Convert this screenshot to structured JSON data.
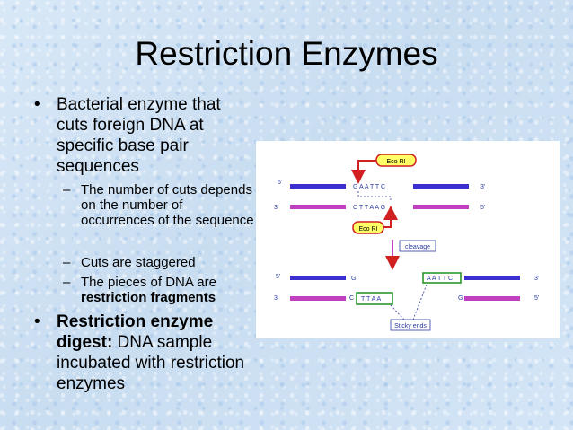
{
  "slide": {
    "title": "Restriction Enzymes",
    "bullets": [
      {
        "text": "Bacterial enzyme that cuts foreign DNA at specific base pair sequences",
        "subbullets": [
          {
            "text": "The number of cuts depends on the number of occurrences of the sequence"
          },
          {
            "text": "Cuts are staggered"
          },
          {
            "prefix": "The pieces of DNA are ",
            "strong": "restriction fragments"
          }
        ]
      },
      {
        "strong": "Restriction enzyme digest:",
        "text": " DNA sample incubated with restriction enzymes"
      }
    ]
  },
  "diagram": {
    "enzyme_label_1": "Eco RI",
    "enzyme_label_2": "Eco RI",
    "cleavage_label": "cleavage",
    "sticky_label": "Sticky ends",
    "top_end_5_left": "5'",
    "top_end_3_right": "3'",
    "bottom_end_3_left": "3'",
    "bottom_end_5_right": "5'",
    "top_sequence": "G A A T T C",
    "bottom_sequence": "C T T A A G",
    "cut_top_left": "G",
    "cut_top_right": "A A T T C",
    "cut_bottom_left": "C",
    "cut_bottom_box": "T T A A",
    "cut_bottom_right": "G",
    "after_top_5_left": "5'",
    "after_top_3_right": "3'",
    "after_bottom_3_left": "3'",
    "after_bottom_5_right": "5'",
    "colors": {
      "strand": "#3b2fd0",
      "strand_pink": "#c040c0",
      "arrow": "#d02020",
      "label_fill": "#ffff66",
      "box_green": "#1f8f1f",
      "text_blue": "#2a3aa0"
    }
  }
}
